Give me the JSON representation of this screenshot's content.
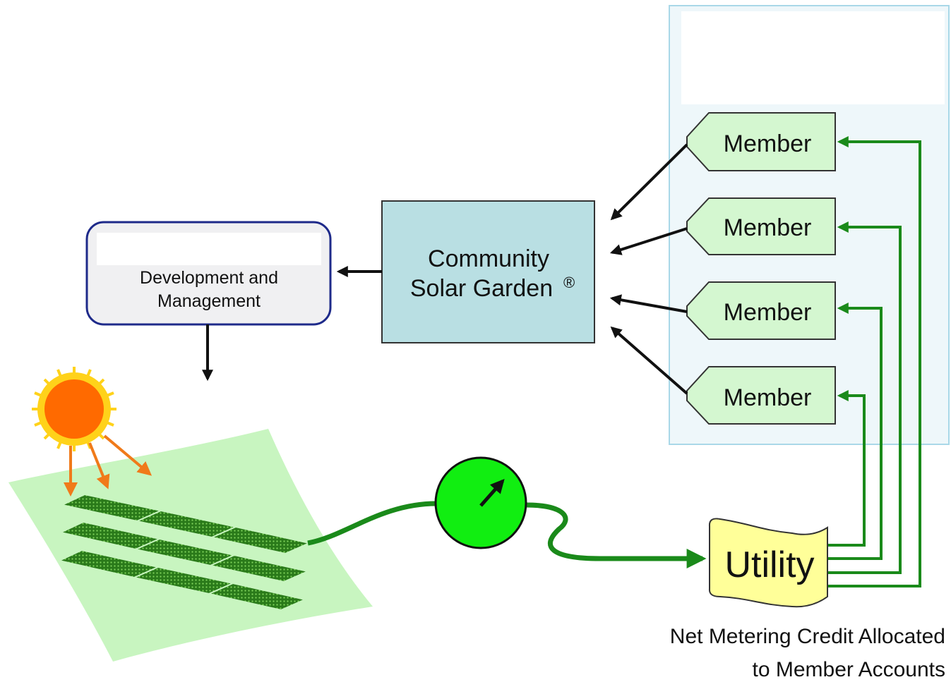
{
  "development": {
    "line1": "Development and",
    "line2": "Management"
  },
  "garden": {
    "line1": "Community",
    "line2": "Solar Garden",
    "mark": "®"
  },
  "members": [
    {
      "label": "Member"
    },
    {
      "label": "Member"
    },
    {
      "label": "Member"
    },
    {
      "label": "Member"
    }
  ],
  "utility": {
    "label": "Utility"
  },
  "caption": {
    "line1": "Net Metering Credit Allocated",
    "line2": "to Member Accounts"
  },
  "colors": {
    "member_fill": "#d4f7d0",
    "garden_fill": "#b9dfe3",
    "members_panel": "#eef7fa",
    "utility_fill": "#ffff99",
    "green_line": "#1a8a1a",
    "meter_fill": "#11ee11",
    "sun": "#ff6a00"
  }
}
